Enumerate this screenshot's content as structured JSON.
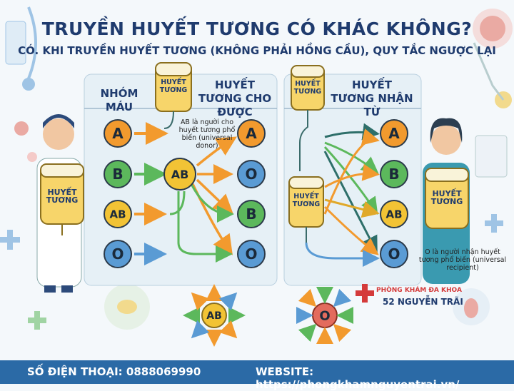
{
  "title": "TRUYỀN HUYẾT TƯƠNG CÓ KHÁC KHÔNG?",
  "subtitle": "CÓ. KHI TRUYỀN HUYẾT TƯƠNG (KHÔNG PHẢI HỒNG CẦU), QUY TẮC NGƯỢC LẠI",
  "left_panel": {
    "blood_group_header": "NHÓM MÁU",
    "donor_header": "HUYẾT TƯƠNG CHO ĐƯỢC",
    "bag_label": "HUYẾT TƯƠNG",
    "groups": [
      "A",
      "B",
      "AB",
      "O"
    ],
    "hub": "AB",
    "targets": [
      "A",
      "O",
      "B",
      "O"
    ],
    "note": "AB là người cho huyết tương phổ biến (universal donor)"
  },
  "right_panel": {
    "receive_header": "HUYẾT TƯƠNG NHẬN TỪ",
    "bag_label": "HUYẾT TƯƠNG",
    "targets": [
      "A",
      "B",
      "AB",
      "O"
    ],
    "note": "O là người nhận huyết tương phổ biến (universal recipient)"
  },
  "person_left_bag": "HUYẾT TƯƠNG",
  "person_right_bag": "HUYẾT TƯƠNG",
  "bottom_left_badge": "AB",
  "bottom_right_badge": "O",
  "clinic": {
    "line1": "PHÒNG KHÁM ĐA KHOA",
    "line2": "52 NGUYỄN TRÃI"
  },
  "footer": {
    "phone": "SỐ ĐIỆN THOẠI: 0888069990",
    "website": "WEBSITE: https://phongkhamnguyentrai.vn/"
  },
  "colors": {
    "A": "#f29a2e",
    "B": "#5cb85c",
    "AB": "#f2c335",
    "O": "#5a9bd4",
    "title": "#1f3b6e",
    "footer": "#2b6aa6"
  }
}
